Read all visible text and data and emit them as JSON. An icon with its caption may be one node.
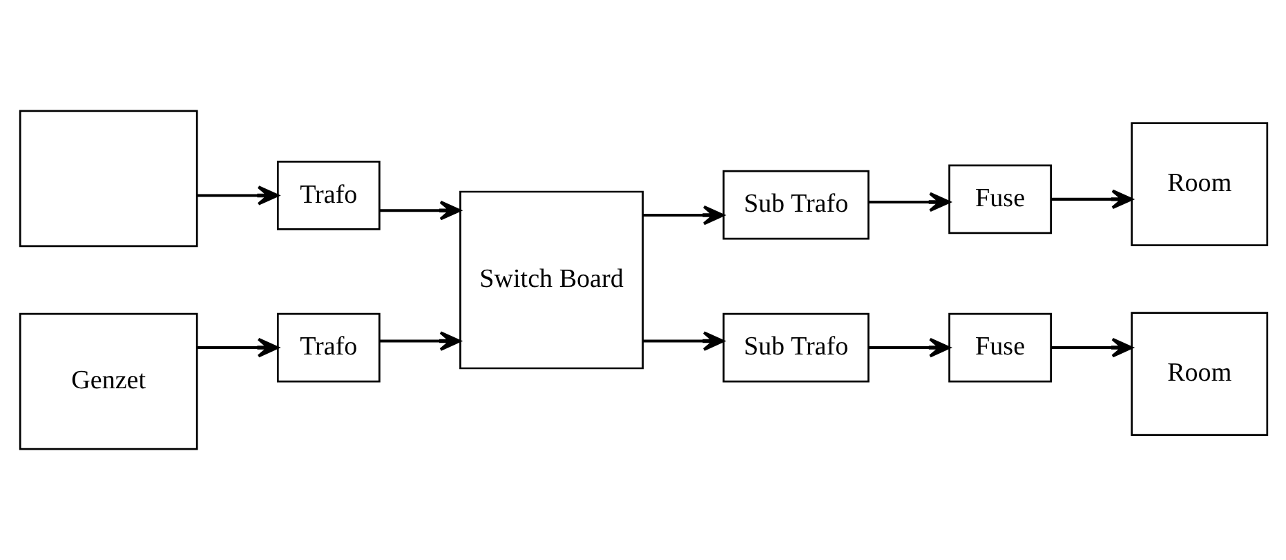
{
  "diagram": {
    "nodes": [
      {
        "text": [],
        "shape": "box"
      },
      {
        "text": [
          "Trafo"
        ]
      },
      {
        "text": [
          "Sub Trafo"
        ]
      },
      {
        "text": [
          "Room"
        ]
      },
      {
        "text": [
          "Fuse"
        ]
      },
      {
        "text": [
          "Switch Board"
        ]
      },
      {
        "text": [
          "Fuse"
        ]
      },
      {
        "text": [
          "Genzet"
        ]
      },
      {
        "text": [
          "Trafo"
        ]
      },
      {
        "text": [
          "Sub Trafo"
        ]
      },
      {
        "text": [
          "Room"
        ]
      }
    ],
    "edges": [
      {
        "from": 0,
        "to": 1,
        "arrow": "to"
      },
      {
        "from": 1,
        "to": 5,
        "arrow": "to"
      },
      {
        "from": 7,
        "to": 8,
        "arrow": "to"
      },
      {
        "from": 8,
        "to": 5,
        "arrow": "to"
      },
      {
        "from": 5,
        "to": 2,
        "arrow": "to"
      },
      {
        "from": 2,
        "to": 4,
        "arrow": "to"
      },
      {
        "from": 4,
        "to": 3,
        "arrow": "to"
      },
      {
        "from": 5,
        "to": 9,
        "arrow": "to"
      },
      {
        "from": 9,
        "to": 6,
        "arrow": "to"
      },
      {
        "from": 6,
        "to": 10,
        "arrow": "to"
      }
    ]
  }
}
